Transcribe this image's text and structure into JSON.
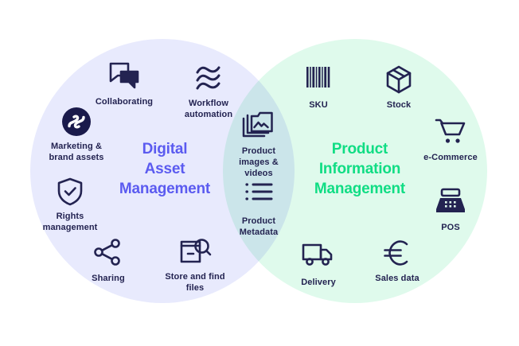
{
  "diagram": {
    "type": "venn",
    "background": "#ffffff",
    "circles": [
      {
        "id": "dam",
        "fill": "#e8eafd",
        "title_color": "#5b5bf0"
      },
      {
        "id": "pim",
        "fill": "#dffaec",
        "title_color": "#10dd84"
      }
    ],
    "icon_color": "#232351"
  },
  "left": {
    "title": "Digital\nAsset\nManagement",
    "items": [
      {
        "icon": "speech-bubbles-icon",
        "label": "Collaborating"
      },
      {
        "icon": "waves-icon",
        "label": "Workflow\nautomation"
      },
      {
        "icon": "brand-swirl-icon",
        "label": "Marketing &\nbrand assets"
      },
      {
        "icon": "shield-check-icon",
        "label": "Rights\nmanagement"
      },
      {
        "icon": "share-nodes-icon",
        "label": "Sharing"
      },
      {
        "icon": "box-magnifier-icon",
        "label": "Store and find\nfiles"
      }
    ]
  },
  "center": {
    "items": [
      {
        "icon": "photo-stack-icon",
        "label": "Product\nimages &\nvideos"
      },
      {
        "icon": "list-lines-icon",
        "label": "Product\nMetadata"
      }
    ]
  },
  "right": {
    "title": "Product\nInformation\nManagement",
    "items": [
      {
        "icon": "barcode-icon",
        "label": "SKU"
      },
      {
        "icon": "cube-box-icon",
        "label": "Stock"
      },
      {
        "icon": "shopping-cart-icon",
        "label": "e-Commerce"
      },
      {
        "icon": "cash-register-icon",
        "label": "POS"
      },
      {
        "icon": "delivery-truck-icon",
        "label": "Delivery"
      },
      {
        "icon": "euro-sign-icon",
        "label": "Sales data"
      }
    ]
  }
}
